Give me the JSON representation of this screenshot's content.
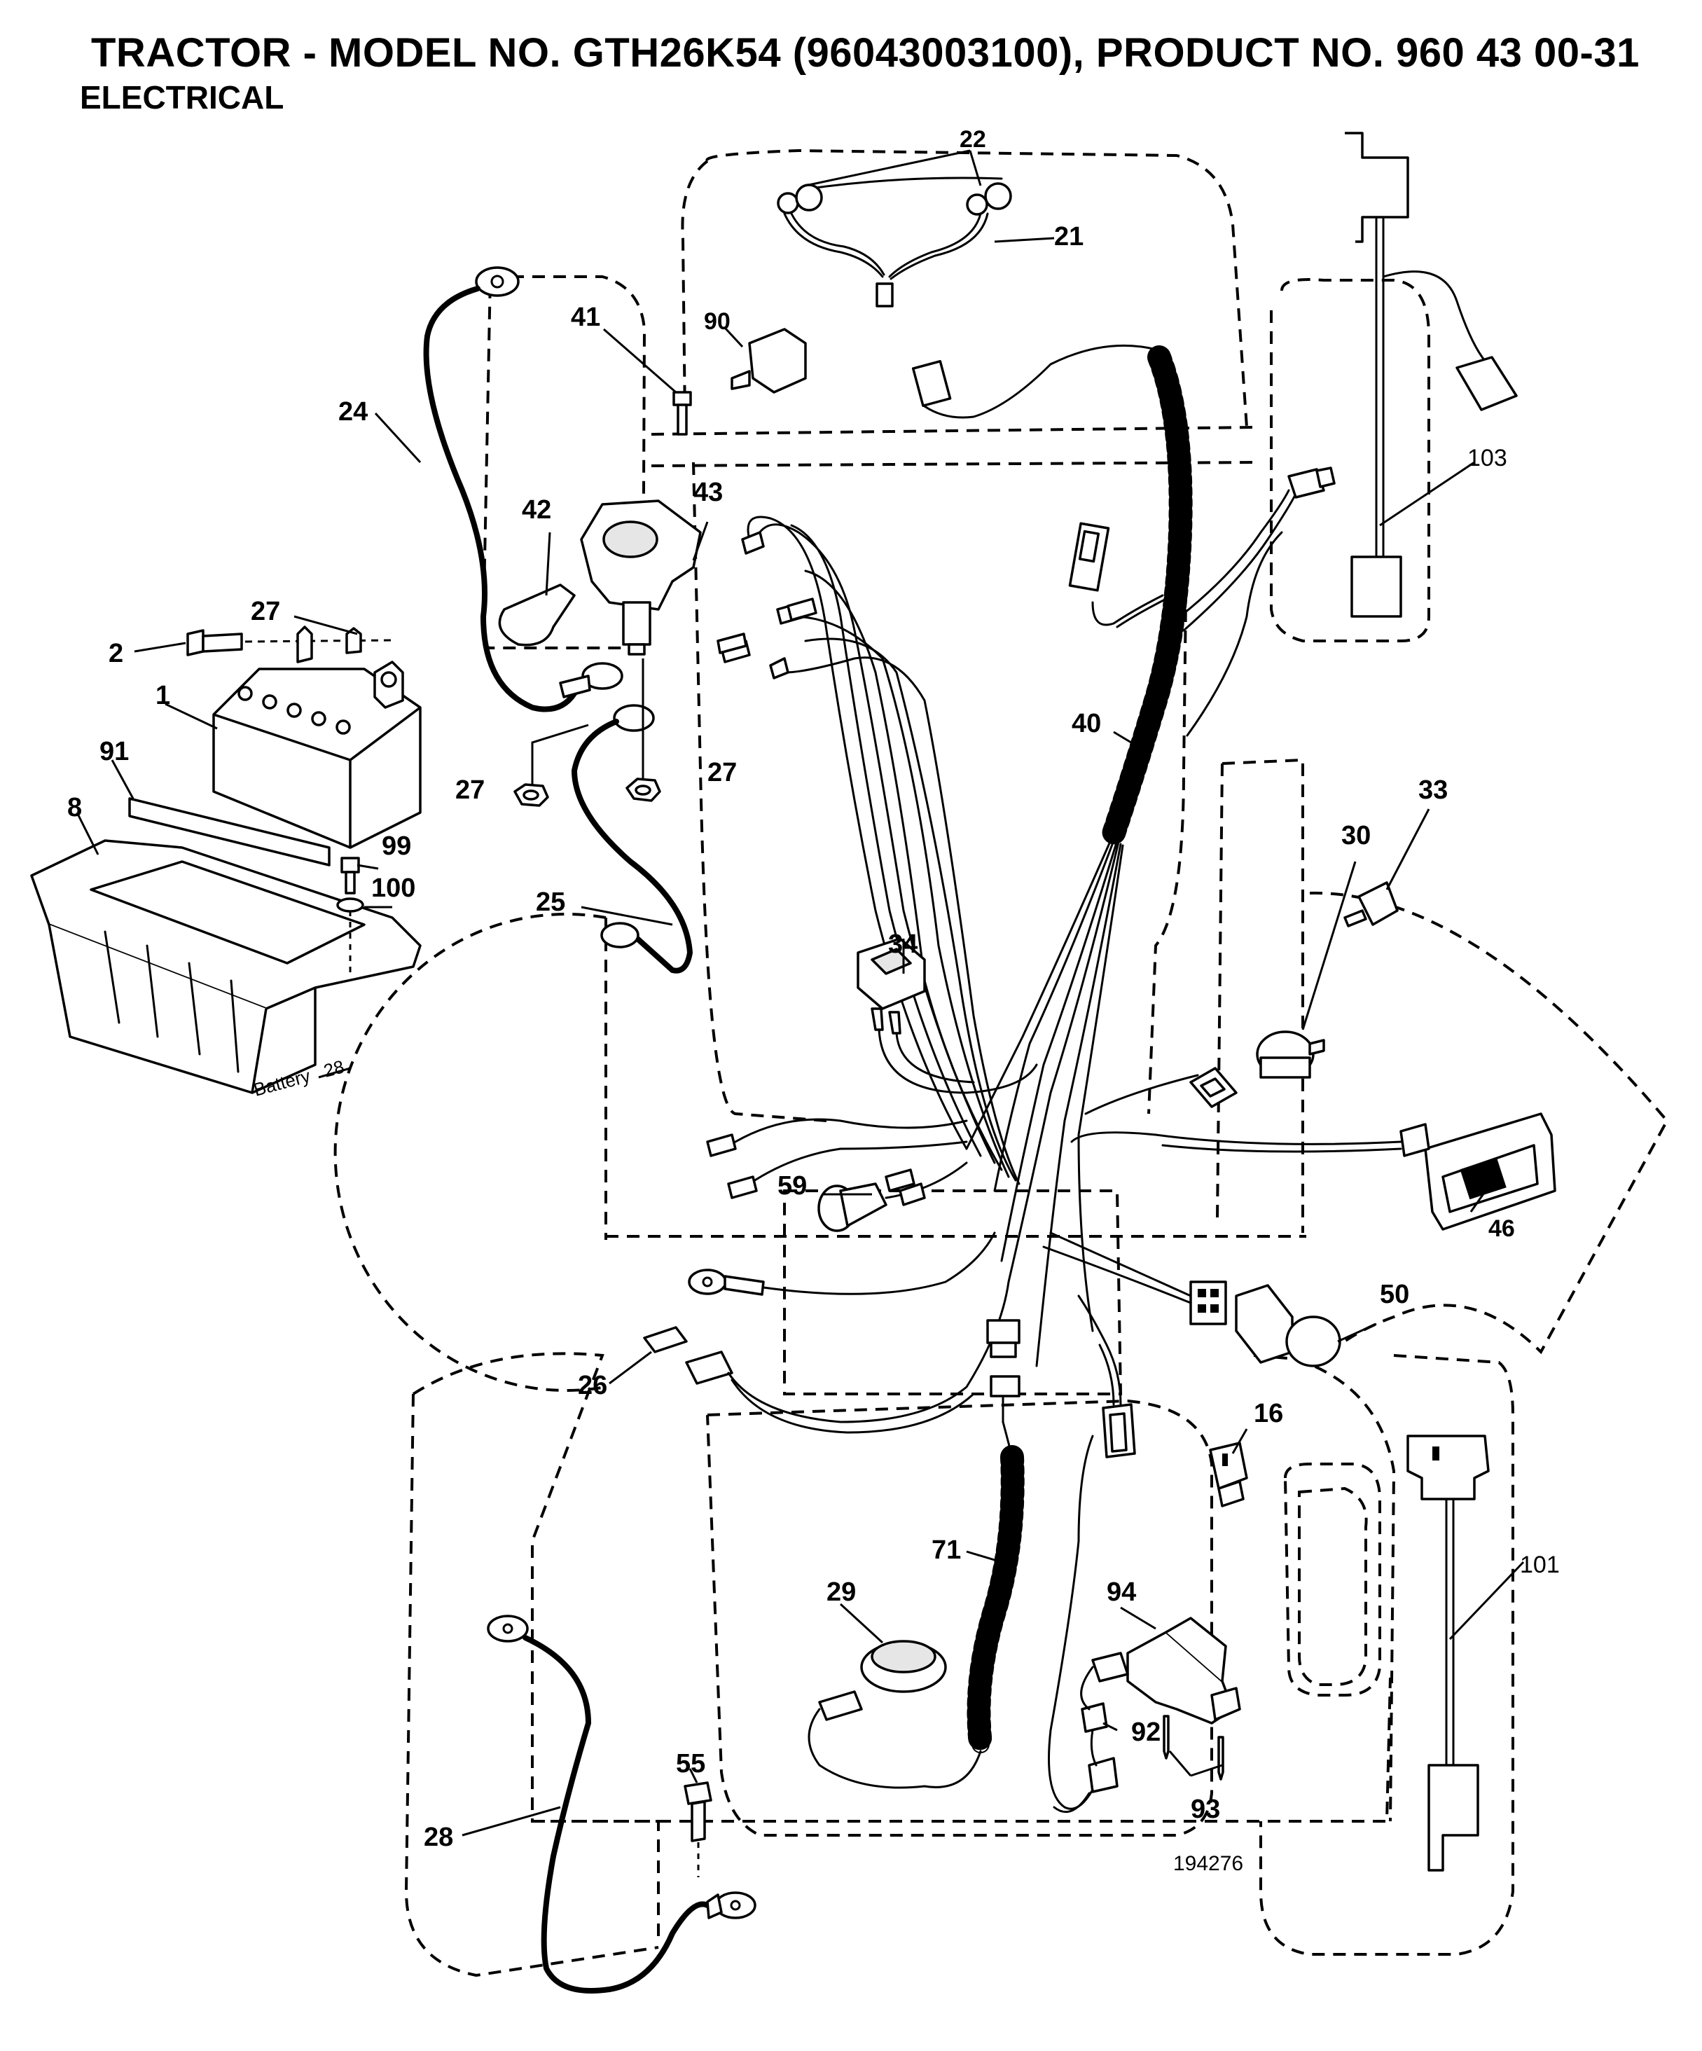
{
  "header": {
    "title": "TRACTOR - MODEL NO. GTH26K54 (96043003100), PRODUCT NO. 960 43 00-31",
    "subtitle": "ELECTRICAL"
  },
  "callouts": {
    "c1": "1",
    "c2": "2",
    "c8": "8",
    "c16": "16",
    "c21": "21",
    "c22": "22",
    "c24": "24",
    "c25": "25",
    "c26": "26",
    "c27a": "27",
    "c27b": "27",
    "c27c": "27",
    "c28": "28",
    "c29": "29",
    "c30": "30",
    "c33": "33",
    "c34": "34",
    "c40": "40",
    "c41": "41",
    "c42": "42",
    "c43": "43",
    "c46": "46",
    "c50": "50",
    "c55": "55",
    "c59": "59",
    "c71": "71",
    "c90": "90",
    "c91": "91",
    "c92": "92",
    "c93": "93",
    "c94": "94",
    "c99": "99",
    "c100": "100",
    "c101": "101",
    "c103": "103"
  },
  "battery_label": "Battery",
  "battery_ref": "28",
  "drawing_number": "194276"
}
